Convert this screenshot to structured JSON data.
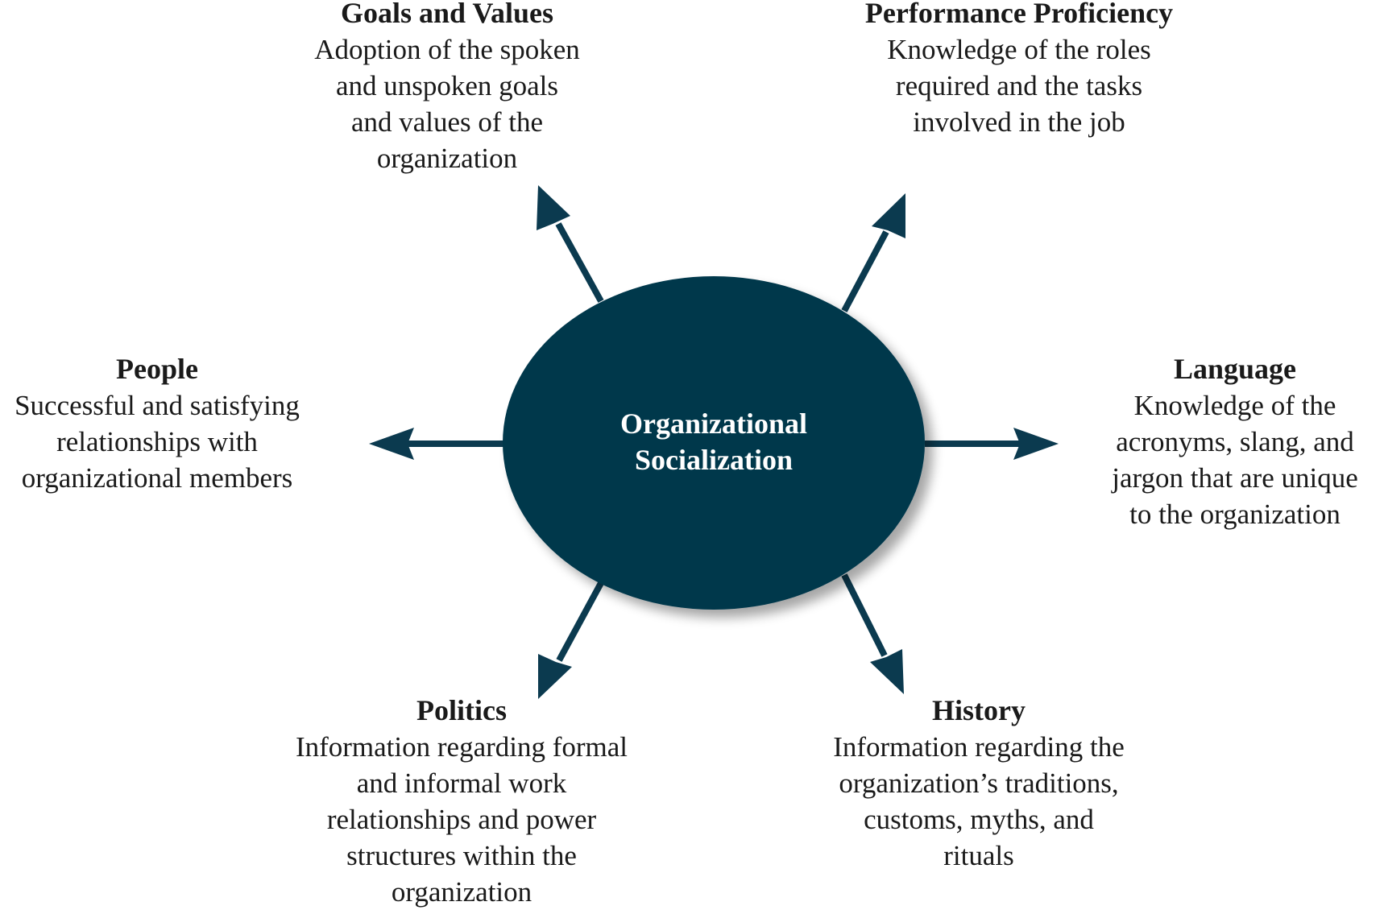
{
  "colors": {
    "node_fill": "#03374b",
    "arrow": "#0b3a4f",
    "center_text": "#ffffff",
    "text": "#1a1a1a"
  },
  "center": {
    "label": "Organizational\nSocialization"
  },
  "branches": [
    {
      "key": "goals",
      "title": "Goals and Values",
      "description": "Adoption of the spoken\nand unspoken goals\nand values of the\norganization"
    },
    {
      "key": "performance",
      "title": "Performance Proficiency",
      "description": "Knowledge of the roles\nrequired and the tasks\ninvolved in the job"
    },
    {
      "key": "people",
      "title": "People",
      "description": "Successful and satisfying\nrelationships with\norganizational members"
    },
    {
      "key": "language",
      "title": "Language",
      "description": "Knowledge of the\nacronyms, slang, and\njargon that are unique\nto the organization"
    },
    {
      "key": "politics",
      "title": "Politics",
      "description": "Information regarding formal\nand informal work\nrelationships and power\nstructures within the\norganization"
    },
    {
      "key": "history",
      "title": "History",
      "description": "Information regarding the\norganization’s traditions,\ncustoms, myths, and\nrituals"
    }
  ]
}
